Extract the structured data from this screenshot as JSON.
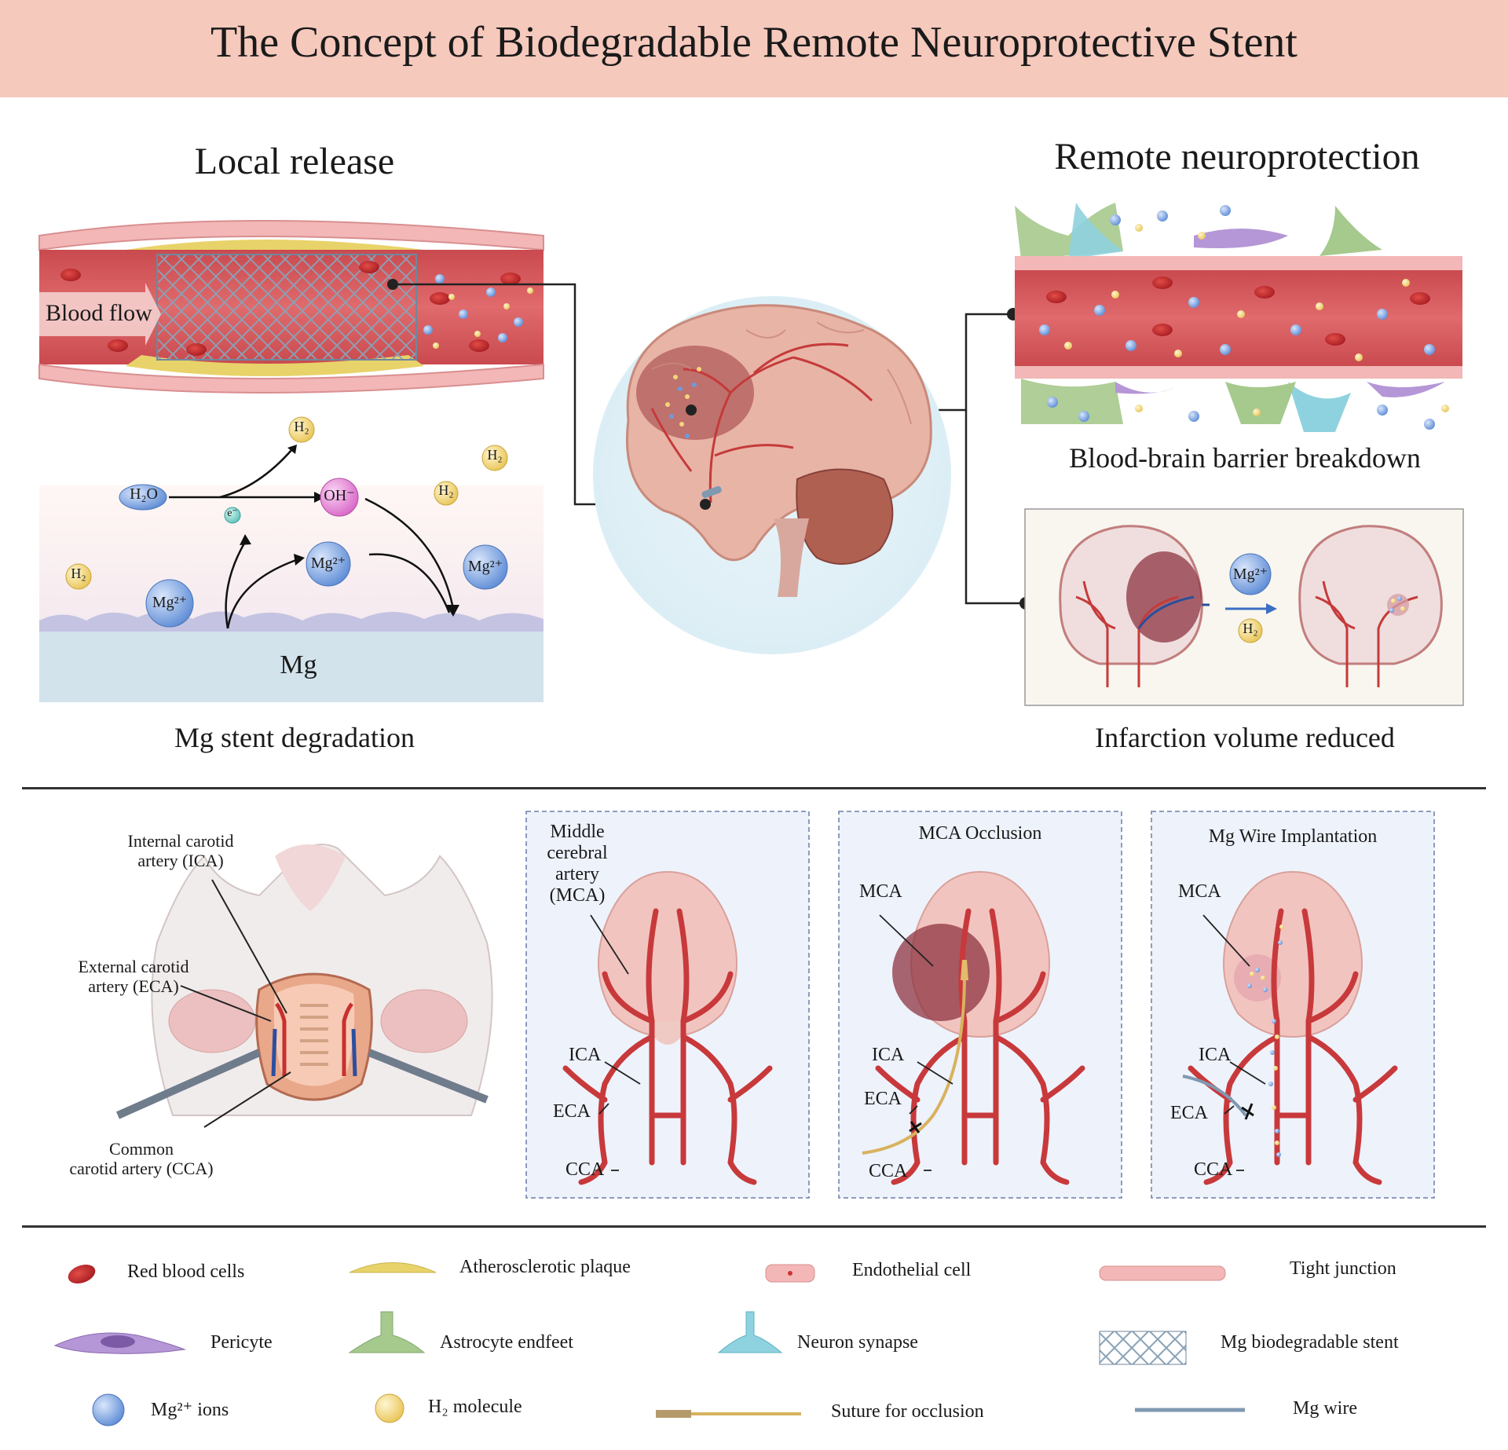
{
  "title": "The Concept of  Biodegradable Remote Neuroprotective Stent",
  "top": {
    "local_release": "Local release",
    "blood_flow": "Blood flow",
    "degradation": {
      "h2o": "H₂O",
      "electron": "e⁻",
      "h2": "H₂",
      "oh": "OH⁻",
      "mg2": "Mg²⁺",
      "mg": "Mg"
    },
    "mg_stent_degradation": "Mg stent degradation",
    "remote_neuroprotection": "Remote neuroprotection",
    "bbb_breakdown": "Blood-brain barrier breakdown",
    "infarction_reduced": "Infarction volume reduced"
  },
  "middle": {
    "rat": {
      "ica": "Internal carotid\nartery (ICA)",
      "eca": "External carotid\nartery (ECA)",
      "cca": "Common\ncarotid artery (CCA)"
    },
    "panels": [
      {
        "title": "Middle\ncerebral\nartery\n(MCA)",
        "ica": "ICA",
        "eca": "ECA",
        "cca": "CCA"
      },
      {
        "title": "MCA Occlusion",
        "mca": "MCA",
        "ica": "ICA",
        "eca": "ECA",
        "cca": "CCA"
      },
      {
        "title": "Mg Wire Implantation",
        "mca": "MCA",
        "ica": "ICA",
        "eca": "ECA",
        "cca": "CCA"
      }
    ]
  },
  "legend": [
    {
      "label": "Red blood cells"
    },
    {
      "label": "Atherosclerotic plaque"
    },
    {
      "label": "Endothelial cell"
    },
    {
      "label": "Tight junction"
    },
    {
      "label": "Pericyte"
    },
    {
      "label": "Astrocyte endfeet"
    },
    {
      "label": "Neuron synapse"
    },
    {
      "label": "Mg biodegradable stent"
    },
    {
      "label": "Mg²⁺ ions"
    },
    {
      "label": "H₂ molecule"
    },
    {
      "label": "Suture for occlusion"
    },
    {
      "label": "Mg wire"
    }
  ],
  "colors": {
    "title_bg": "#f6c9bd",
    "vessel": "#c7454a",
    "artery": "#c7393b",
    "mg_ion": "#6f9bdc",
    "h2": "#f2d67a",
    "plaque": "#e8d36a"
  }
}
